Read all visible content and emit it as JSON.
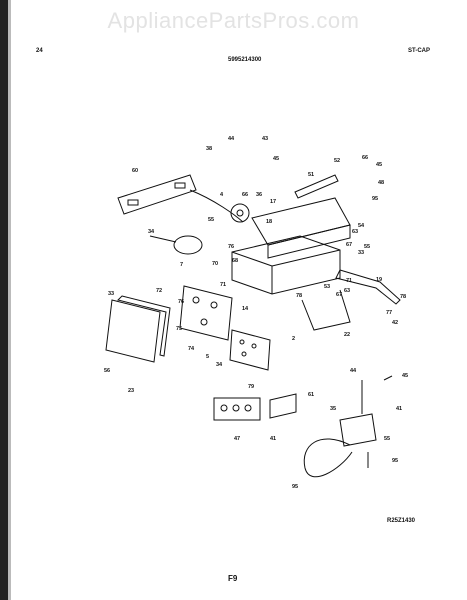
{
  "watermark": "AppliancePartsPros.com",
  "header": {
    "left": "24",
    "center": "5995214300",
    "right": "ST-CAP"
  },
  "drawing_ref": "R25Z1430",
  "footer": "F9",
  "callouts": [
    {
      "label": "44"
    },
    {
      "label": "43"
    },
    {
      "label": "38"
    },
    {
      "label": "45"
    },
    {
      "label": "60"
    },
    {
      "label": "51"
    },
    {
      "label": "52"
    },
    {
      "label": "66"
    },
    {
      "label": "45"
    },
    {
      "label": "48"
    },
    {
      "label": "95"
    },
    {
      "label": "4"
    },
    {
      "label": "66"
    },
    {
      "label": "36"
    },
    {
      "label": "17"
    },
    {
      "label": "55"
    },
    {
      "label": "18"
    },
    {
      "label": "54"
    },
    {
      "label": "34"
    },
    {
      "label": "63"
    },
    {
      "label": "55"
    },
    {
      "label": "7"
    },
    {
      "label": "76"
    },
    {
      "label": "68"
    },
    {
      "label": "67"
    },
    {
      "label": "70"
    },
    {
      "label": "33"
    },
    {
      "label": "19"
    },
    {
      "label": "71"
    },
    {
      "label": "53"
    },
    {
      "label": "63"
    },
    {
      "label": "71"
    },
    {
      "label": "78"
    },
    {
      "label": "72"
    },
    {
      "label": "76"
    },
    {
      "label": "67"
    },
    {
      "label": "78"
    },
    {
      "label": "33"
    },
    {
      "label": "14"
    },
    {
      "label": "77"
    },
    {
      "label": "42"
    },
    {
      "label": "75"
    },
    {
      "label": "2"
    },
    {
      "label": "22"
    },
    {
      "label": "74"
    },
    {
      "label": "5"
    },
    {
      "label": "56"
    },
    {
      "label": "23"
    },
    {
      "label": "34"
    },
    {
      "label": "79"
    },
    {
      "label": "44"
    },
    {
      "label": "45"
    },
    {
      "label": "61"
    },
    {
      "label": "35"
    },
    {
      "label": "41"
    },
    {
      "label": "47"
    },
    {
      "label": "41"
    },
    {
      "label": "55"
    },
    {
      "label": "95"
    },
    {
      "label": "95"
    }
  ]
}
